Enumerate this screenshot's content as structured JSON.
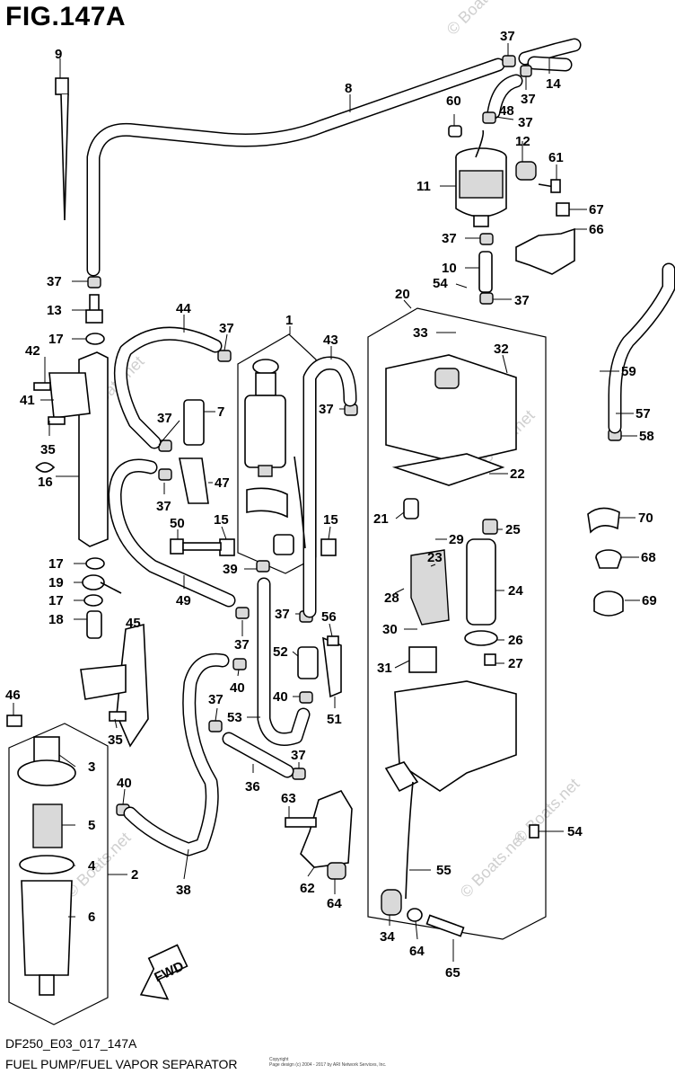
{
  "figure_title": "FIG.147A",
  "diagram_code": "DF250_E03_017_147A",
  "caption": "FUEL PUMP/FUEL VAPOR SEPARATOR",
  "copyright_line1": "Copyright",
  "copyright_line2": "Page design (c) 2004 - 2017 by ARI Network Services, Inc.",
  "watermark": "© Boats.net",
  "fwd_label": "FWD",
  "callouts": {
    "c9": "9",
    "c8": "8",
    "c37a": "37",
    "c14": "14",
    "c37b": "37",
    "c48": "48",
    "c37c": "37",
    "c60": "60",
    "c12": "12",
    "c61": "61",
    "c11": "11",
    "c67": "67",
    "c66": "66",
    "c37d": "37",
    "c10": "10",
    "c54a": "54",
    "c37e": "37",
    "c37f": "37",
    "c13": "13",
    "c44": "44",
    "c37g": "37",
    "c1": "1",
    "c43": "43",
    "c20": "20",
    "c33": "33",
    "c32": "32",
    "c17a": "17",
    "c42": "42",
    "c41": "41",
    "c7": "7",
    "c37h": "37",
    "c37i": "37",
    "c59": "59",
    "c57": "57",
    "c35a": "35",
    "c16": "16",
    "c58": "58",
    "c47": "47",
    "c22": "22",
    "c37j": "37",
    "c21": "21",
    "c50": "50",
    "c15a": "15",
    "c15b": "15",
    "c70": "70",
    "c25": "25",
    "c29": "29",
    "c23": "23",
    "c17b": "17",
    "c39": "39",
    "c68": "68",
    "c19": "19",
    "c49": "49",
    "c28": "28",
    "c24": "24",
    "c17c": "17",
    "c69": "69",
    "c18": "18",
    "c37k": "37",
    "c56": "56",
    "c45": "45",
    "c30": "30",
    "c37l": "37",
    "c26": "26",
    "c52": "52",
    "c27": "27",
    "c31": "31",
    "c40a": "40",
    "c46": "46",
    "c37m": "37",
    "c40b": "40",
    "c51": "51",
    "c35b": "35",
    "c53": "53",
    "c3": "3",
    "c37n": "37",
    "c36": "36",
    "c40c": "40",
    "c63": "63",
    "c5": "5",
    "c54b": "54",
    "c4": "4",
    "c2": "2",
    "c55": "55",
    "c38": "38",
    "c62": "62",
    "c64a": "64",
    "c6": "6",
    "c34": "34",
    "c64b": "64",
    "c65": "65"
  }
}
